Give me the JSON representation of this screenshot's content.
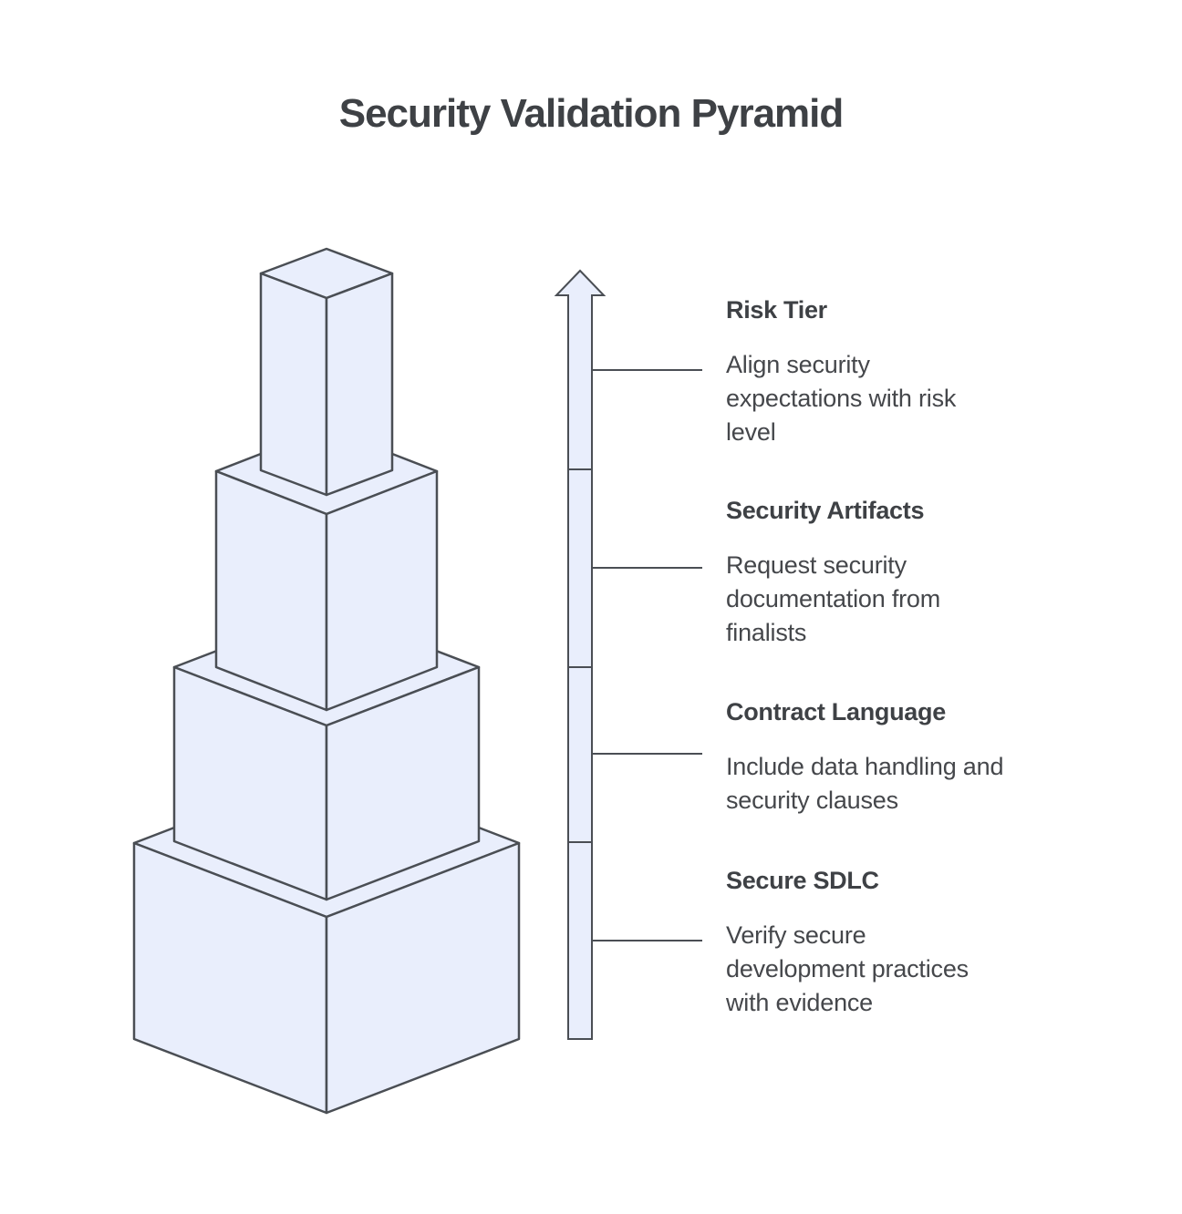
{
  "title": "Security Validation Pyramid",
  "colors": {
    "background": "#ffffff",
    "shape_fill": "#e9eefc",
    "shape_stroke": "#4a4e54",
    "text_primary": "#3e4145",
    "text_secondary": "#45474b"
  },
  "pyramid": {
    "tier_count": 4,
    "tier_order_top_to_bottom": [
      "Risk Tier",
      "Security Artifacts",
      "Contract Language",
      "Secure SDLC"
    ]
  },
  "arrow": {
    "icon": "arrow-up-icon",
    "direction": "up",
    "tick_count": 3
  },
  "sections": [
    {
      "heading": "Risk Tier",
      "body": "Align security\nexpectations with risk\nlevel"
    },
    {
      "heading": "Security Artifacts",
      "body": "Request security\ndocumentation from\nfinalists"
    },
    {
      "heading": "Contract Language",
      "body": "Include data handling and\nsecurity clauses"
    },
    {
      "heading": "Secure SDLC",
      "body": "Verify secure\ndevelopment practices\nwith evidence"
    }
  ]
}
